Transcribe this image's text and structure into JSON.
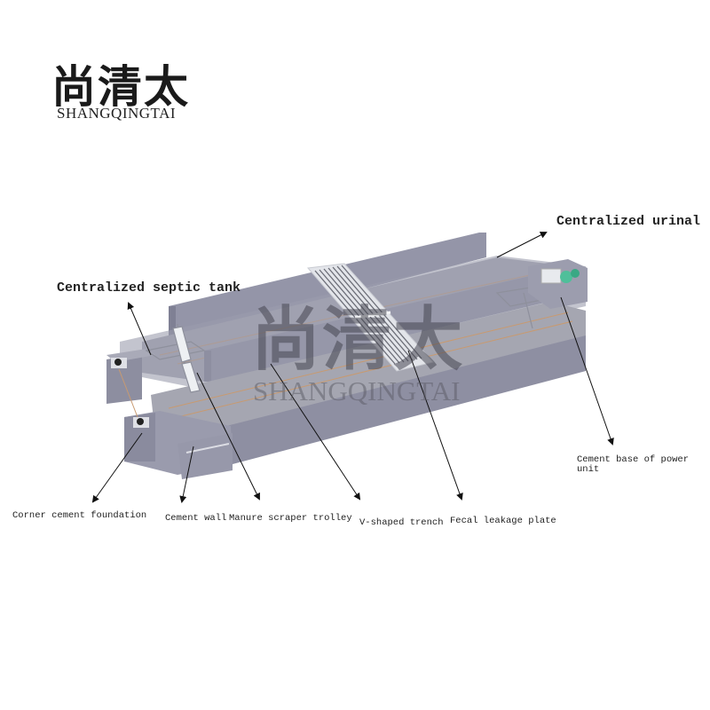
{
  "logo": {
    "chinese": "尚清太",
    "english": "SHANGQINGTAI"
  },
  "watermark": {
    "chinese": "尚清太",
    "english": "SHANGQINGTAI"
  },
  "diagram": {
    "title": "",
    "colors": {
      "concrete_top": "#9a9aac",
      "concrete_side": "#8c8c9e",
      "trench_floor": "#a8a9b2",
      "grating": "#e4e6ea",
      "motor": "#4fbf9a",
      "rail": "#c89a70"
    },
    "labels": [
      {
        "id": "centralized-urinal",
        "text": "Centralized urinal"
      },
      {
        "id": "centralized-septic-tank",
        "text": "Centralized septic tank"
      },
      {
        "id": "cement-base-power-unit",
        "text": "Cement base of power unit"
      },
      {
        "id": "corner-cement-foundation",
        "text": "Corner cement foundation"
      },
      {
        "id": "cement-wall",
        "text": "Cement wall"
      },
      {
        "id": "manure-scraper-trolley",
        "text": "Manure scraper trolley"
      },
      {
        "id": "v-shaped-trench",
        "text": "V-shaped trench"
      },
      {
        "id": "fecal-leakage-plate",
        "text": "Fecal leakage plate"
      }
    ]
  }
}
